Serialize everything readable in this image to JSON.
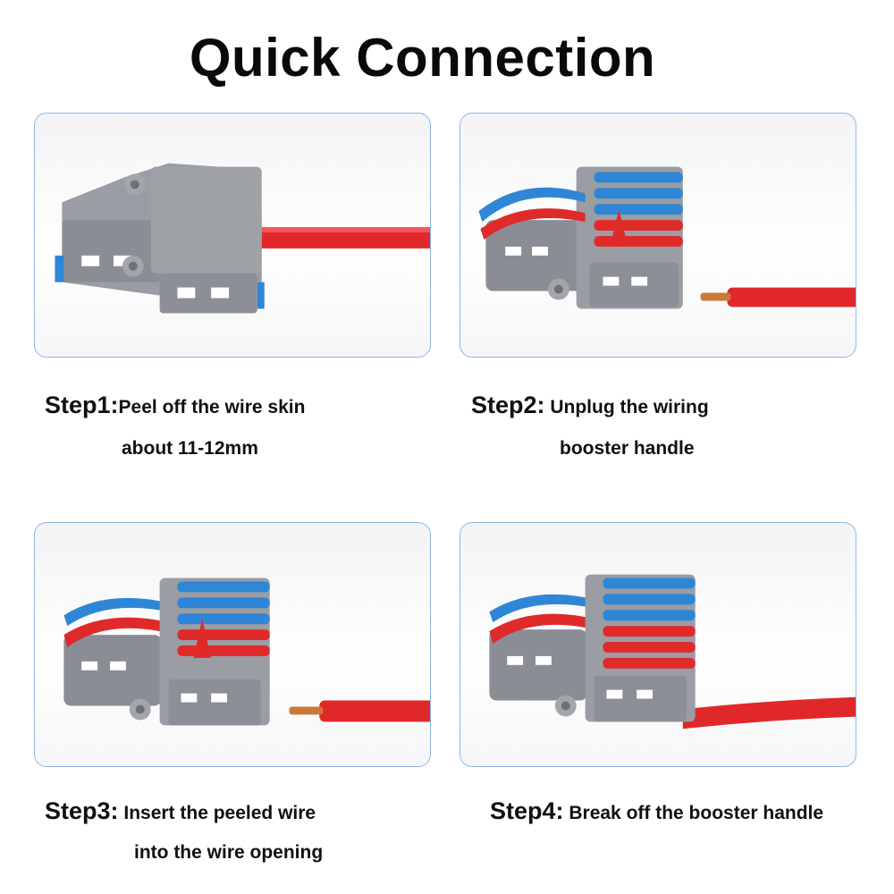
{
  "title": "Quick Connection",
  "colors": {
    "gray": "#8a8d93",
    "blue": "#2f86d6",
    "red": "#e02a2a",
    "wire": "#e0282a",
    "copper": "#c97a3a",
    "border": "#8fb7e6"
  },
  "steps": [
    {
      "label": "Step1:",
      "line1": "Peel off the wire skin",
      "line2": "about 11-12mm"
    },
    {
      "label": "Step2:",
      "line1": " Unplug the wiring",
      "line2": "booster handle"
    },
    {
      "label": "Step3:",
      "line1": " Insert the peeled wire",
      "line2": "into the wire opening"
    },
    {
      "label": "Step4:",
      "line1": " Break off the booster handle",
      "line2": ""
    }
  ]
}
